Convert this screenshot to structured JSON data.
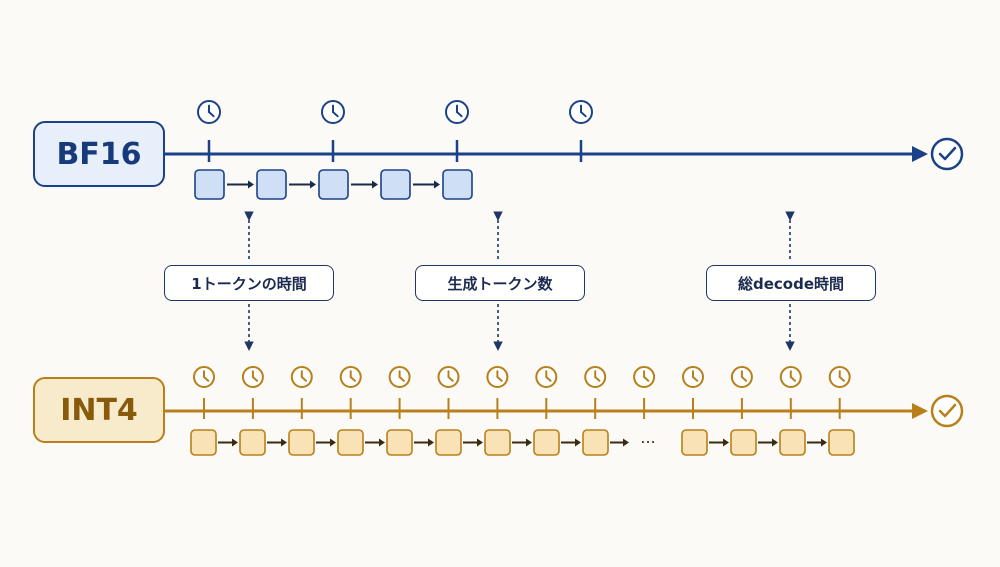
{
  "modes": {
    "bf16": {
      "label": "BF16",
      "color": "#1b4188",
      "token_block_fill": "#cfe0f6",
      "token_count": 5,
      "tick_count": 4
    },
    "int4": {
      "label": "INT4",
      "color": "#b8801b",
      "token_block_fill": "#f8e2b6",
      "tokens_before_ellipsis": 9,
      "tokens_after_ellipsis": 4,
      "tick_count": 14,
      "ellipsis": "···"
    }
  },
  "metrics": [
    {
      "label": "1トークンの時間"
    },
    {
      "label": "生成トークン数"
    },
    {
      "label": "総decode時間"
    }
  ],
  "icons": {
    "tick_marker": "clock-icon",
    "end_marker": "check-circle-icon"
  }
}
